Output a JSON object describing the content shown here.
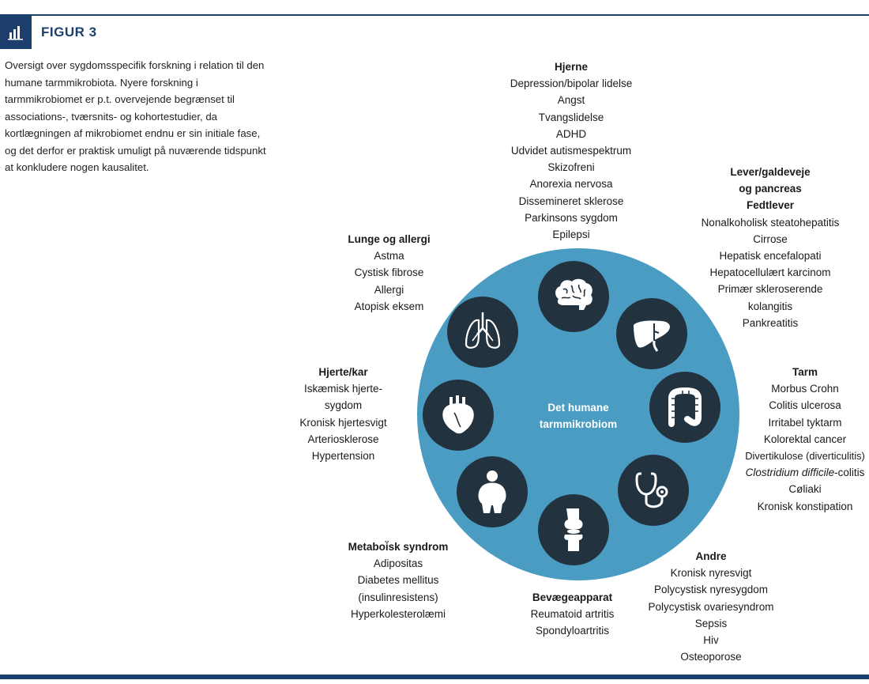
{
  "figure_label": "FIGUR 3",
  "caption": "Oversigt over sygdomsspecifik forskning i relation til den humane tarmmikrobiota. Nyere forskning i tarmmikrobiomet er p.t. overvejende begrænset til associations-, tværsnits- og kohortestudier, da kortlægningen af mikrobiomet endnu er sin initiale fase, og det derfor er praktisk umuligt på nuværende tidspunkt at konkludere nogen kausalitet.",
  "center_label": [
    "Det humane",
    "tarmmikrobiom"
  ],
  "colors": {
    "navy": "#1d3f6e",
    "circle": "#4b9cc2",
    "node": "#22323f"
  },
  "groups": {
    "hjerne": {
      "title": "Hjerne",
      "items": [
        "Depression/bipolar lidelse",
        "Angst",
        "Tvangslidelse",
        "ADHD",
        "Udvidet autismespektrum",
        "Skizofreni",
        "Anorexia nervosa",
        "Dissemineret sklerose",
        "Parkinsons sygdom",
        "Epilepsi"
      ]
    },
    "lever": {
      "title": [
        "Lever/galdeveje",
        "og pancreas",
        "Fedtlever"
      ],
      "items": [
        "Nonalkoholisk steatohepatitis",
        "Cirrose",
        "Hepatisk encefalopati",
        "Hepatocellulært karcinom",
        "Primær skleroserende",
        "kolangitis",
        "Pankreatitis"
      ]
    },
    "tarm": {
      "title": "Tarm",
      "items": [
        "Morbus Crohn",
        "Colitis ulcerosa",
        "Irritabel tyktarm",
        "Kolorektal cancer",
        "Divertikulose (diverticulitis)"
      ],
      "clostridium_italic": "Clostridium difficile",
      "clostridium_rest": "-colitis",
      "items2": [
        "Cøliaki",
        "Kronisk konstipation"
      ]
    },
    "andre": {
      "title": "Andre",
      "items": [
        "Kronisk nyresvigt",
        "Polycystisk nyresygdom",
        "Polycystisk ovariesyndrom",
        "Sepsis",
        "Hiv",
        "Osteoporose"
      ]
    },
    "bevaege": {
      "title": "Bevægeapparat",
      "items": [
        "Reumatoid artritis",
        "Spondyloartritis"
      ]
    },
    "metabolisk": {
      "title": "Metaboi͏̈sk syndrom",
      "items": [
        "Adipositas",
        "Diabetes mellitus",
        "(insulinresistens)",
        "Hyperkolesterolæmi"
      ]
    },
    "hjerte": {
      "title": "Hjerte/kar",
      "items": [
        "Iskæmisk hjerte-",
        "sygdom",
        "Kronisk hjertesvigt",
        "Arteriosklerose",
        "Hypertension"
      ]
    },
    "lunge": {
      "title": "Lunge og allergi",
      "items": [
        "Astma",
        "Cystisk fibrose",
        "Allergi",
        "Atopisk eksem"
      ]
    }
  },
  "icons": [
    "brain-icon",
    "liver-icon",
    "intestine-icon",
    "stethoscope-icon",
    "knee-joint-icon",
    "obese-person-icon",
    "heart-icon",
    "lungs-icon"
  ]
}
